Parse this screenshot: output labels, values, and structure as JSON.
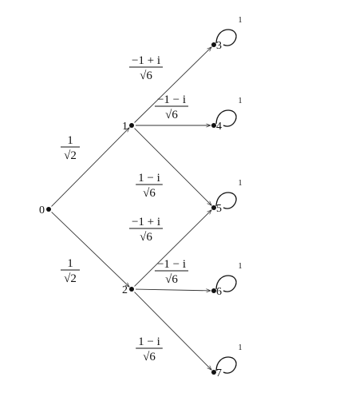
{
  "diagram": {
    "nodes": [
      {
        "id": "n0",
        "label": "0"
      },
      {
        "id": "n1",
        "label": "1"
      },
      {
        "id": "n2",
        "label": "2"
      },
      {
        "id": "n3",
        "label": "3"
      },
      {
        "id": "n4",
        "label": "4"
      },
      {
        "id": "n5",
        "label": "5"
      },
      {
        "id": "n6",
        "label": "6"
      },
      {
        "id": "n7",
        "label": "7"
      }
    ],
    "edges": [
      {
        "from": "0",
        "to": "1",
        "weight": {
          "num": "1",
          "den": "√2"
        }
      },
      {
        "from": "0",
        "to": "2",
        "weight": {
          "num": "1",
          "den": "√2"
        }
      },
      {
        "from": "1",
        "to": "3",
        "weight": {
          "num": "−1 + i",
          "den": "√6"
        }
      },
      {
        "from": "1",
        "to": "4",
        "weight": {
          "num": "−1 − i",
          "den": "√6"
        }
      },
      {
        "from": "1",
        "to": "5",
        "weight": {
          "num": "1 − i",
          "den": "√6"
        }
      },
      {
        "from": "2",
        "to": "5",
        "weight": {
          "num": "−1 + i",
          "den": "√6"
        }
      },
      {
        "from": "2",
        "to": "6",
        "weight": {
          "num": "−1 − i",
          "den": "√6"
        }
      },
      {
        "from": "2",
        "to": "7",
        "weight": {
          "num": "1 − i",
          "den": "√6"
        }
      }
    ],
    "self_loops": [
      {
        "node": "3",
        "weight": "1"
      },
      {
        "node": "4",
        "weight": "1"
      },
      {
        "node": "5",
        "weight": "1"
      },
      {
        "node": "6",
        "weight": "1"
      },
      {
        "node": "7",
        "weight": "1"
      }
    ]
  }
}
